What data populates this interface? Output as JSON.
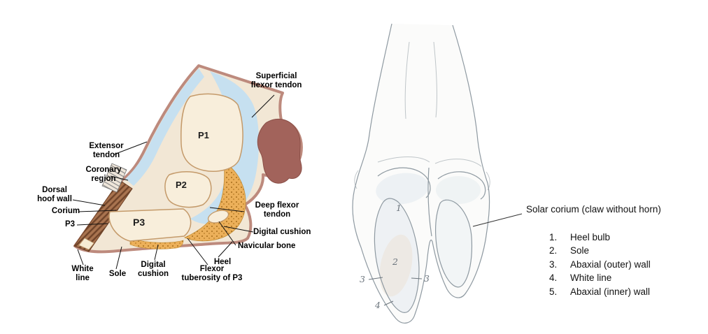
{
  "left_figure": {
    "name": "Equine hoof sagittal section",
    "labels": {
      "superficial_flexor_tendon": "Superficial\nflexor tendon",
      "extensor_tendon": "Extensor\ntendon",
      "coronary_region": "Coronary\nregion",
      "dorsal_hoof_wall": "Dorsal\nhoof wall",
      "corium": "Corium",
      "p3_side": "P3",
      "p1": "P1",
      "p2": "P2",
      "p3": "P3",
      "deep_flexor_tendon": "Deep flexor\ntendon",
      "digital_cushion_right": "Digital cushion",
      "navicular_bone": "Navicular bone",
      "heel": "Heel",
      "white_line": "White\nline",
      "sole": "Sole",
      "digital_cushion_bottom": "Digital\ncushion",
      "flexor_tuberosity": "Flexor\ntuberosity of P3"
    },
    "colors": {
      "skin_outline": "#bd8a7d",
      "flesh": "#f2e7d5",
      "tendon_blue": "#c6e0f0",
      "bone_cream": "#f8eedb",
      "cushion_orange": "#ecb05a",
      "wall_brown": "#a8734f",
      "dark_mass": "#a2635b"
    }
  },
  "right_figure": {
    "caption": "Solar corium (claw without horn)",
    "markers": [
      "1",
      "2",
      "3",
      "3",
      "4"
    ],
    "legend": [
      {
        "num": "1.",
        "label": "Heel bulb"
      },
      {
        "num": "2.",
        "label": "Sole"
      },
      {
        "num": "3.",
        "label": "Abaxial (outer) wall"
      },
      {
        "num": "4.",
        "label": "White line"
      },
      {
        "num": "5.",
        "label": "Abaxial (inner) wall"
      }
    ]
  }
}
